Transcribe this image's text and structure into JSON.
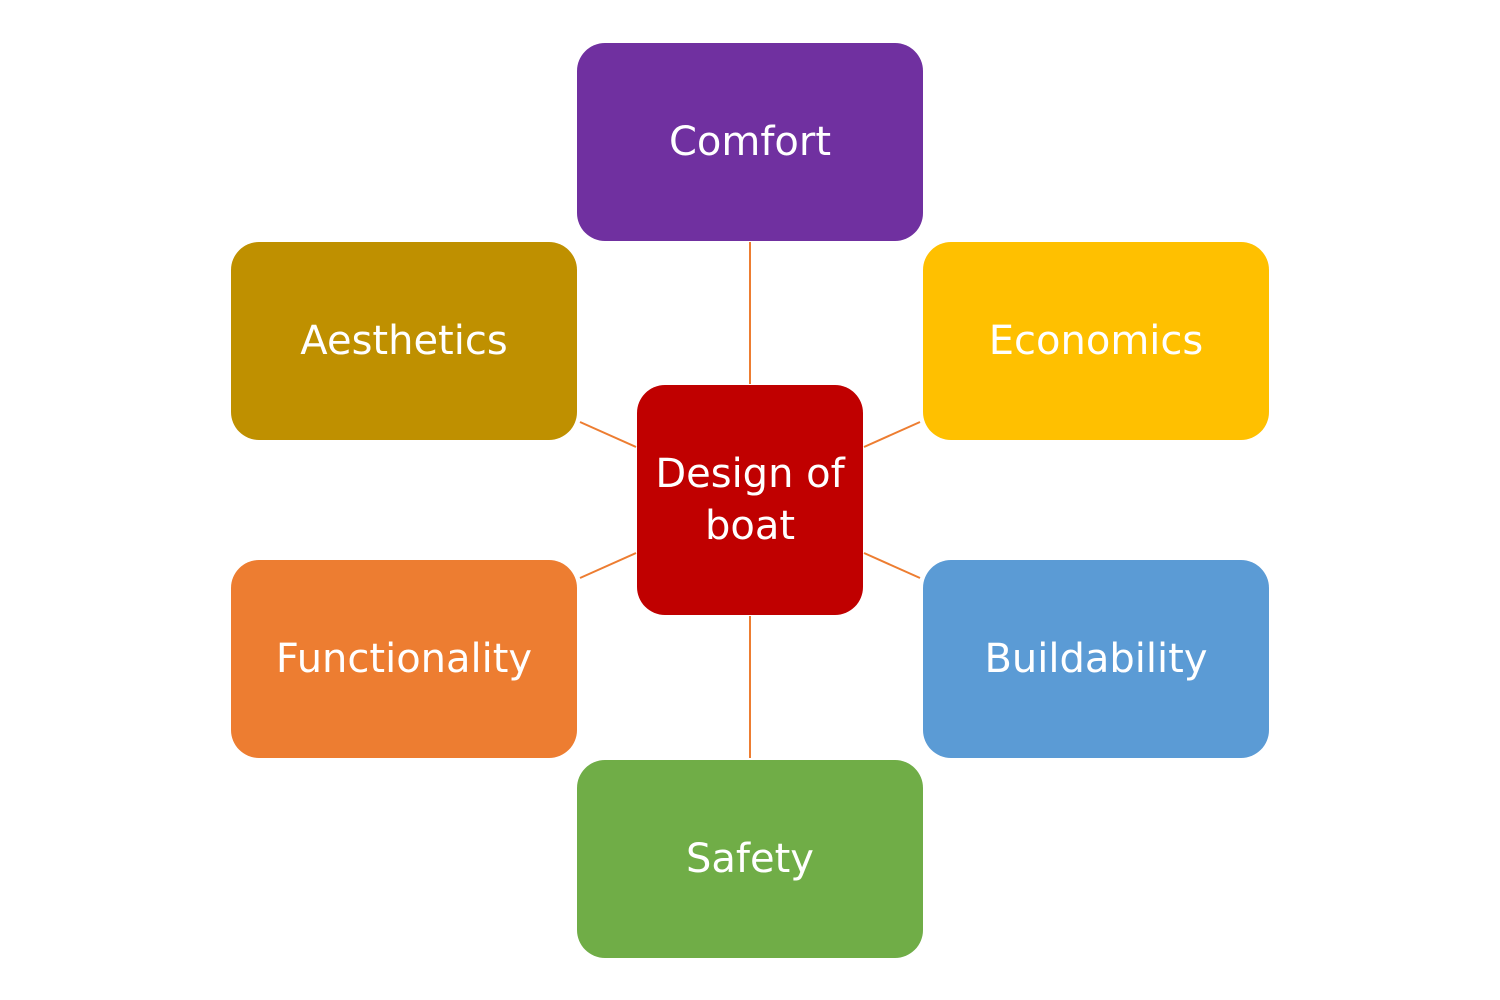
{
  "center": {
    "label": "Design of boat",
    "line1": "Design of",
    "line2": "boat",
    "color": "#C00000"
  },
  "nodes": [
    {
      "id": "comfort",
      "label": "Comfort",
      "color": "#7030A0"
    },
    {
      "id": "aesthetics",
      "label": "Aesthetics",
      "color": "#BF9000"
    },
    {
      "id": "economics",
      "label": "Economics",
      "color": "#FFC000"
    },
    {
      "id": "functionality",
      "label": "Functionality",
      "color": "#ED7D31"
    },
    {
      "id": "buildability",
      "label": "Buildability",
      "color": "#5B9BD5"
    },
    {
      "id": "safety",
      "label": "Safety",
      "color": "#70AD47"
    }
  ],
  "connector_color": "#ED7D31"
}
